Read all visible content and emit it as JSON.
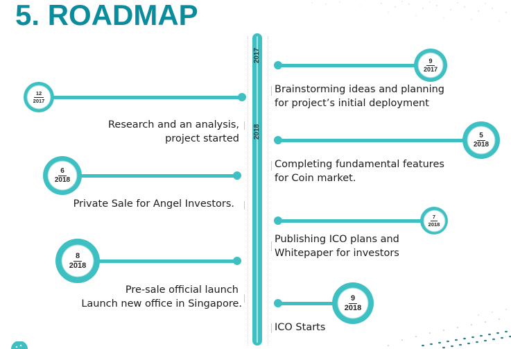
{
  "header": {
    "title": "5. ROADMAP"
  },
  "colors": {
    "accent": "#3ebfc2",
    "title": "#0b8c9c",
    "text": "#1a1a1a"
  },
  "timeline": {
    "year_labels": [
      "2017",
      "2018"
    ],
    "right_items": [
      {
        "month": "9",
        "year": "2017",
        "lines": [
          "Brainstorming ideas and planning",
          "for project’s initial deployment"
        ]
      },
      {
        "month": "5",
        "year": "2018",
        "lines": [
          "Completing fundamental features",
          "for Coin market."
        ]
      },
      {
        "month": "7",
        "year": "2018",
        "lines": [
          "Publishing ICO plans and",
          "Whitepaper for investors"
        ]
      },
      {
        "month": "9",
        "year": "2018",
        "lines": [
          "ICO Starts"
        ]
      }
    ],
    "left_items": [
      {
        "month": "12",
        "year": "2017",
        "lines": [
          "Research and an analysis,",
          "project started"
        ]
      },
      {
        "month": "6",
        "year": "2018",
        "lines": [
          "Private Sale for Angel Investors."
        ]
      },
      {
        "month": "8",
        "year": "2018",
        "lines": [
          "Pre-sale official launch",
          "Launch new office in Singapore."
        ]
      }
    ]
  }
}
